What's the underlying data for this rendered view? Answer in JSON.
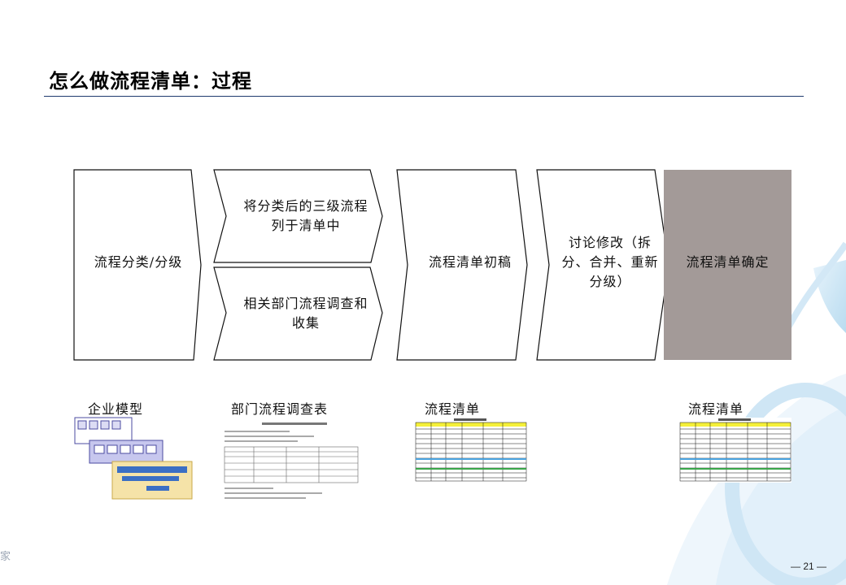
{
  "slide": {
    "title": "怎么做流程清单：过程",
    "page_number": "— 21 —",
    "side_char": "家"
  },
  "steps": {
    "classify": "流程分类/分级",
    "list_level3": "将分类后的三级流程列于清单中",
    "survey": "相关部门流程调查和收集",
    "draft": "流程清单初稿",
    "discuss": "讨论修改（拆分、合并、重新分级）",
    "confirm": "流程清单确定"
  },
  "captions": {
    "enterprise_model": "企业模型",
    "dept_survey_form": "部门流程调查表",
    "process_list_1": "流程清单",
    "process_list_2": "流程清单"
  },
  "colors": {
    "rule": "#1f3a6e",
    "confirm_fill": "#a39a98",
    "table_header": "#f5f03a",
    "table_accent_blue": "#4aa3df",
    "table_accent_green": "#3aa64a"
  }
}
